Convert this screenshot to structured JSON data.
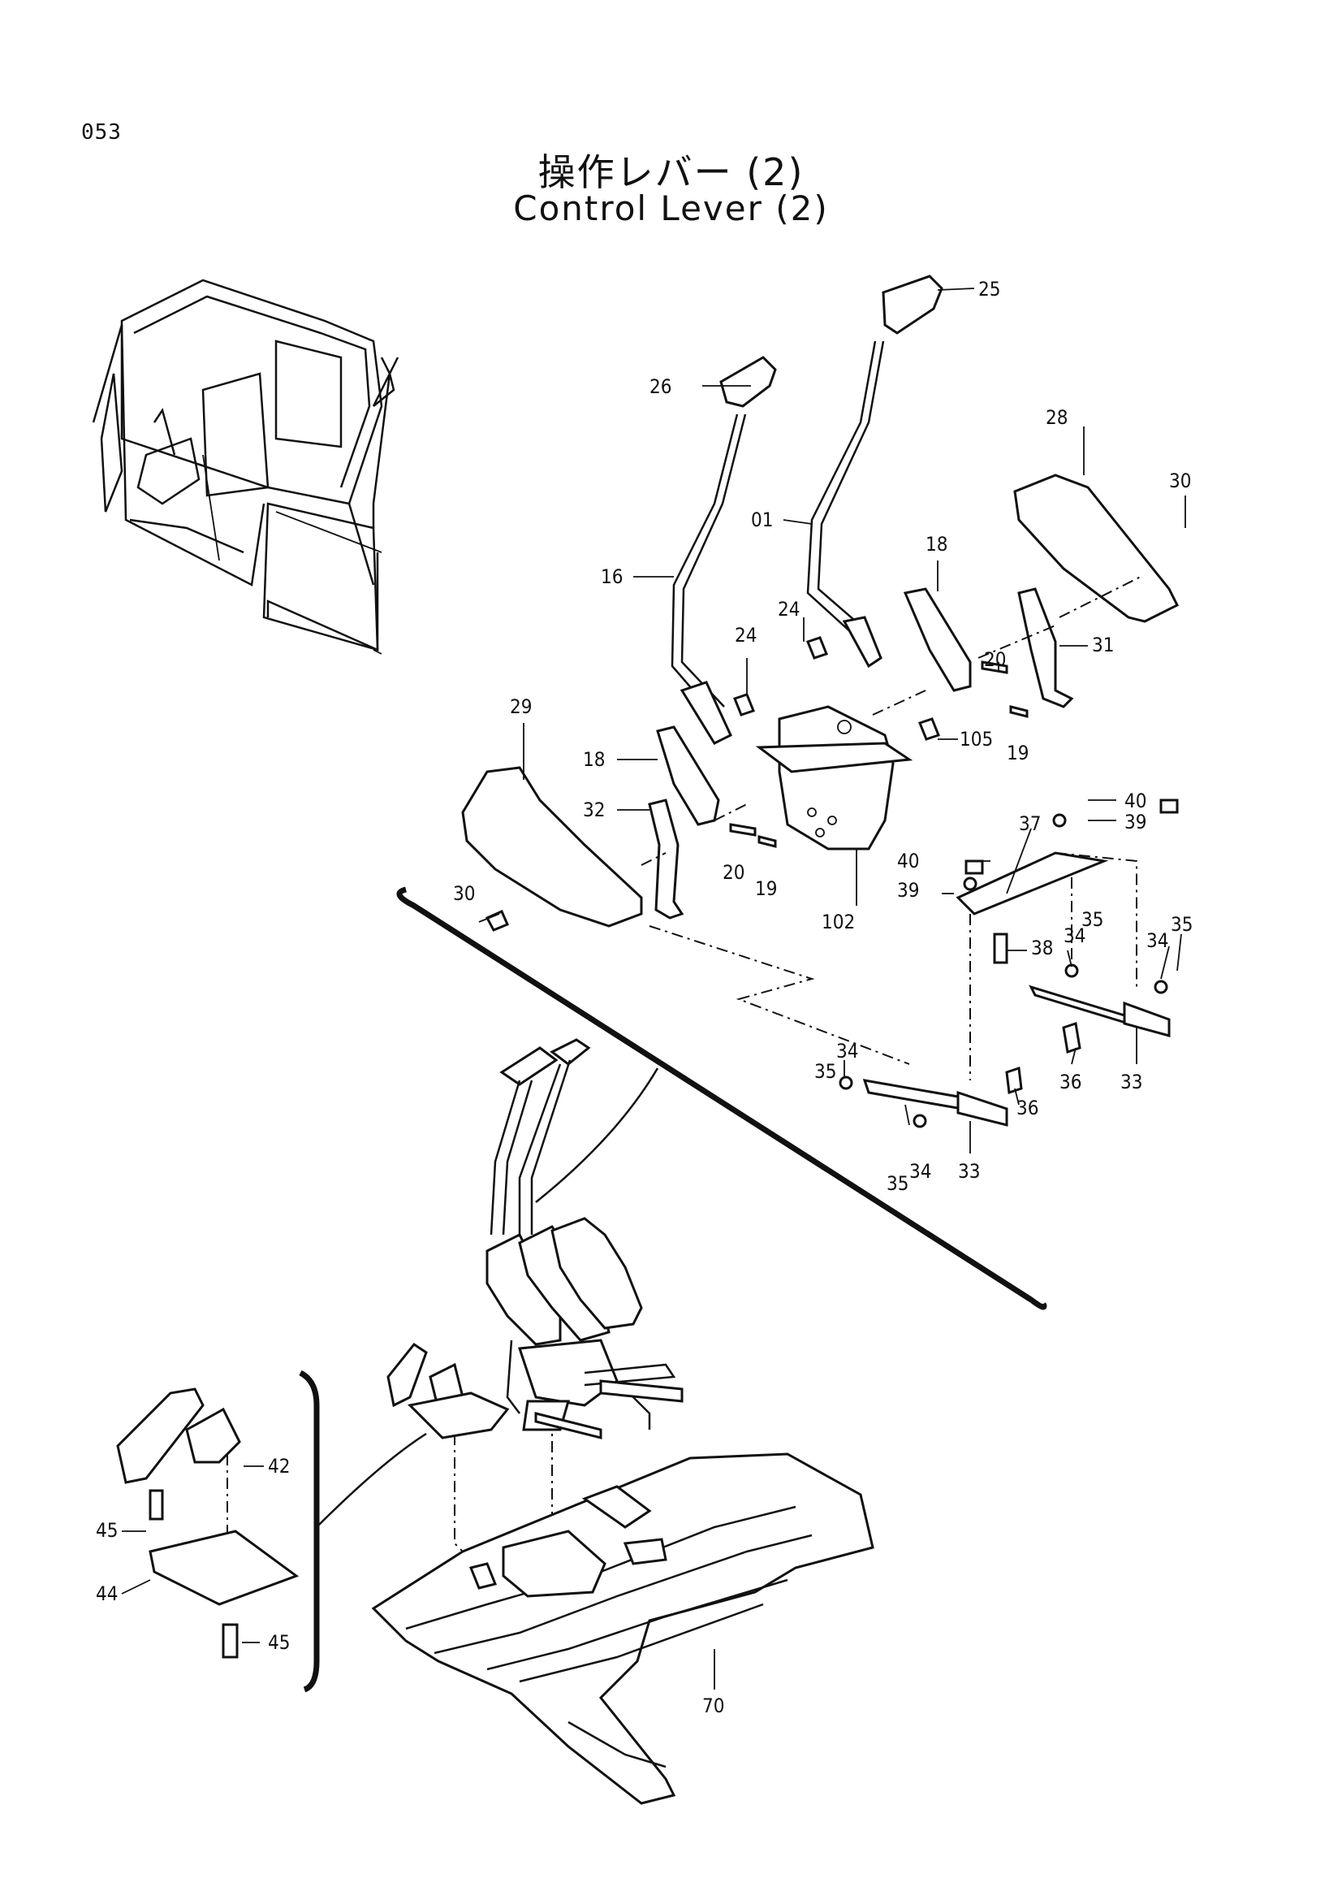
{
  "page_number": "053",
  "title_jp": "操作レバー (2)",
  "title_en": "Control Lever (2)",
  "callouts": {
    "c25": "25",
    "c26": "26",
    "c28": "28",
    "c30a": "30",
    "c01": "01",
    "c16": "16",
    "c18a": "18",
    "c24a": "24",
    "c24b": "24",
    "c20a": "20",
    "c31": "31",
    "c29": "29",
    "c18b": "18",
    "c105": "105",
    "c19a": "19",
    "c32": "32",
    "c20b": "20",
    "c19b": "19",
    "c40a": "40",
    "c39a": "39",
    "c37": "37",
    "c40b": "40",
    "c39b": "39",
    "c30b": "30",
    "c102": "102",
    "c38": "38",
    "c35a": "35",
    "c34a": "34",
    "c34b": "34",
    "c35b": "35",
    "c36a": "36",
    "c33a": "33",
    "c34c": "34",
    "c35c": "35",
    "c36b": "36",
    "c35d": "35",
    "c34d": "34",
    "c33b": "33",
    "c42": "42",
    "c45a": "45",
    "c44": "44",
    "c45b": "45",
    "c70": "70"
  }
}
